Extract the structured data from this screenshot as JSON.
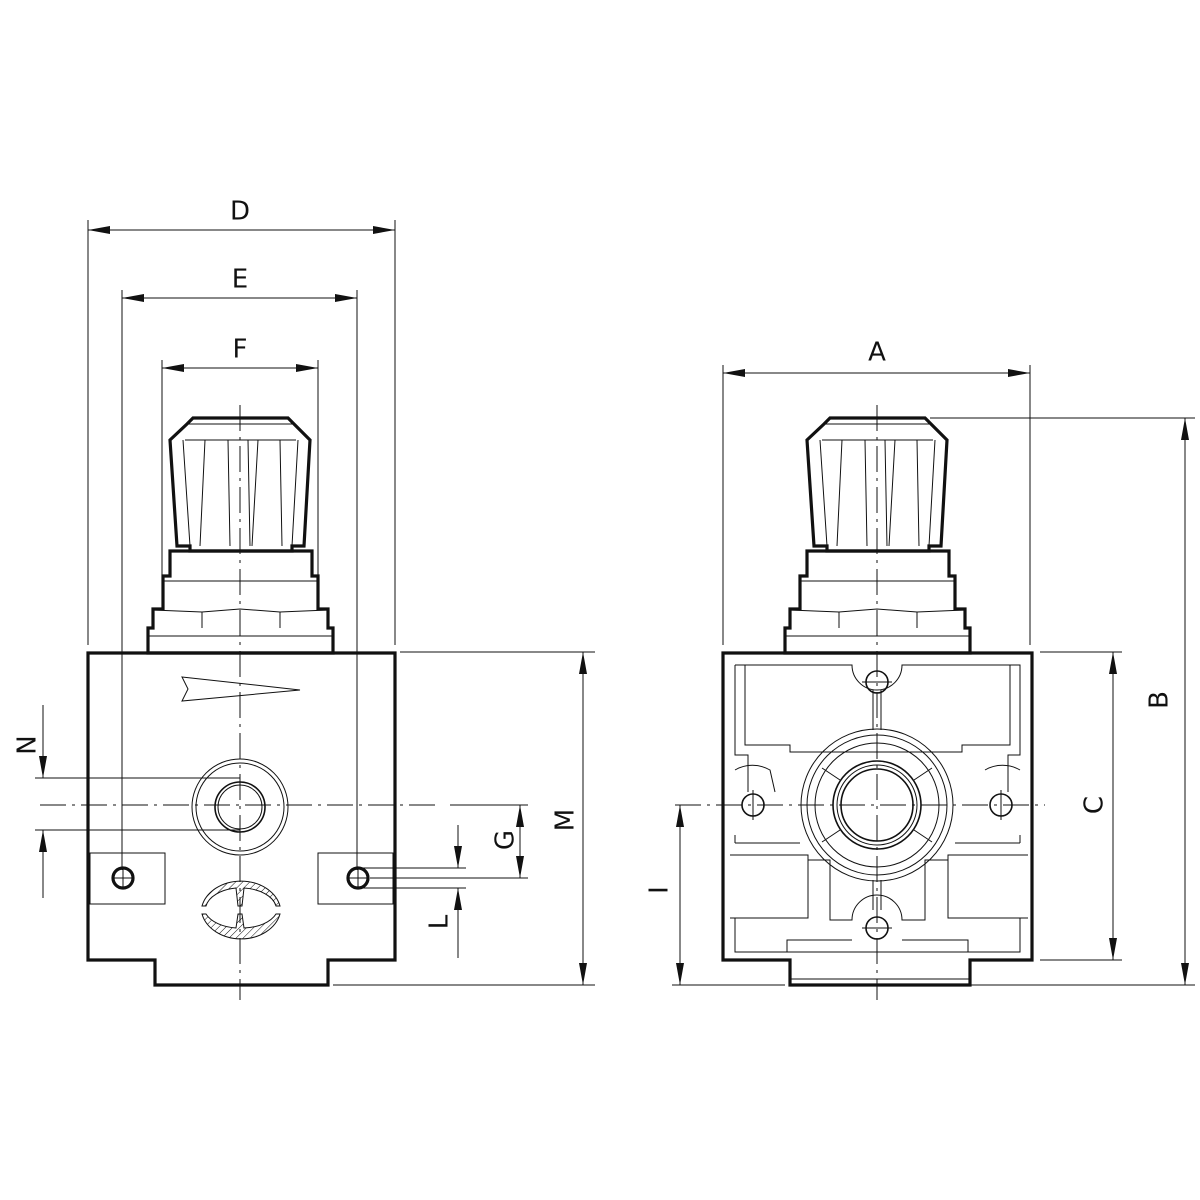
{
  "drawing": {
    "left_view": {
      "dimensions": {
        "D": "D",
        "E": "E",
        "F": "F",
        "N": "N",
        "G": "G",
        "L": "L",
        "M": "M"
      }
    },
    "right_view": {
      "dimensions": {
        "A": "A",
        "B": "B",
        "C": "C",
        "I": "I"
      }
    }
  }
}
